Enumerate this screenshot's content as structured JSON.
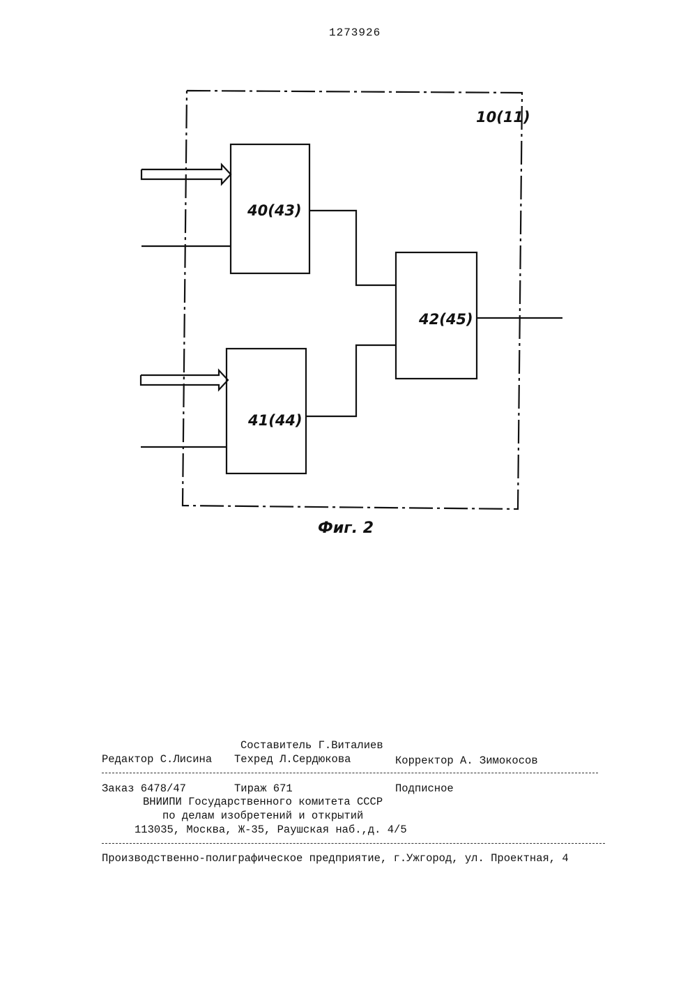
{
  "patent_number": "1273926",
  "figure": {
    "caption": "Фиг. 2",
    "outer_block_label": "10(11)",
    "blocks": [
      {
        "id": "b40",
        "label": "40(43)"
      },
      {
        "id": "b41",
        "label": "41(44)"
      },
      {
        "id": "b42",
        "label": "42(45)"
      }
    ]
  },
  "imprint": {
    "compiler": "Составитель Г.Виталиев",
    "editor": "Редактор С.Лисина",
    "techred": "Техред Л.Сердюкова",
    "corrector": "Корректор А. Зимокосов",
    "order": "Заказ 6478/47",
    "circulation": "Тираж 671",
    "subscription": "Подписное",
    "org_line1": "ВНИИПИ Государственного комитета СССР",
    "org_line2": "по делам изобретений и открытий",
    "org_address": "113035, Москва, Ж-35, Раушская наб.,д. 4/5",
    "printer": "Производственно-полиграфическое предприятие, г.Ужгород, ул. Проектная, 4"
  }
}
